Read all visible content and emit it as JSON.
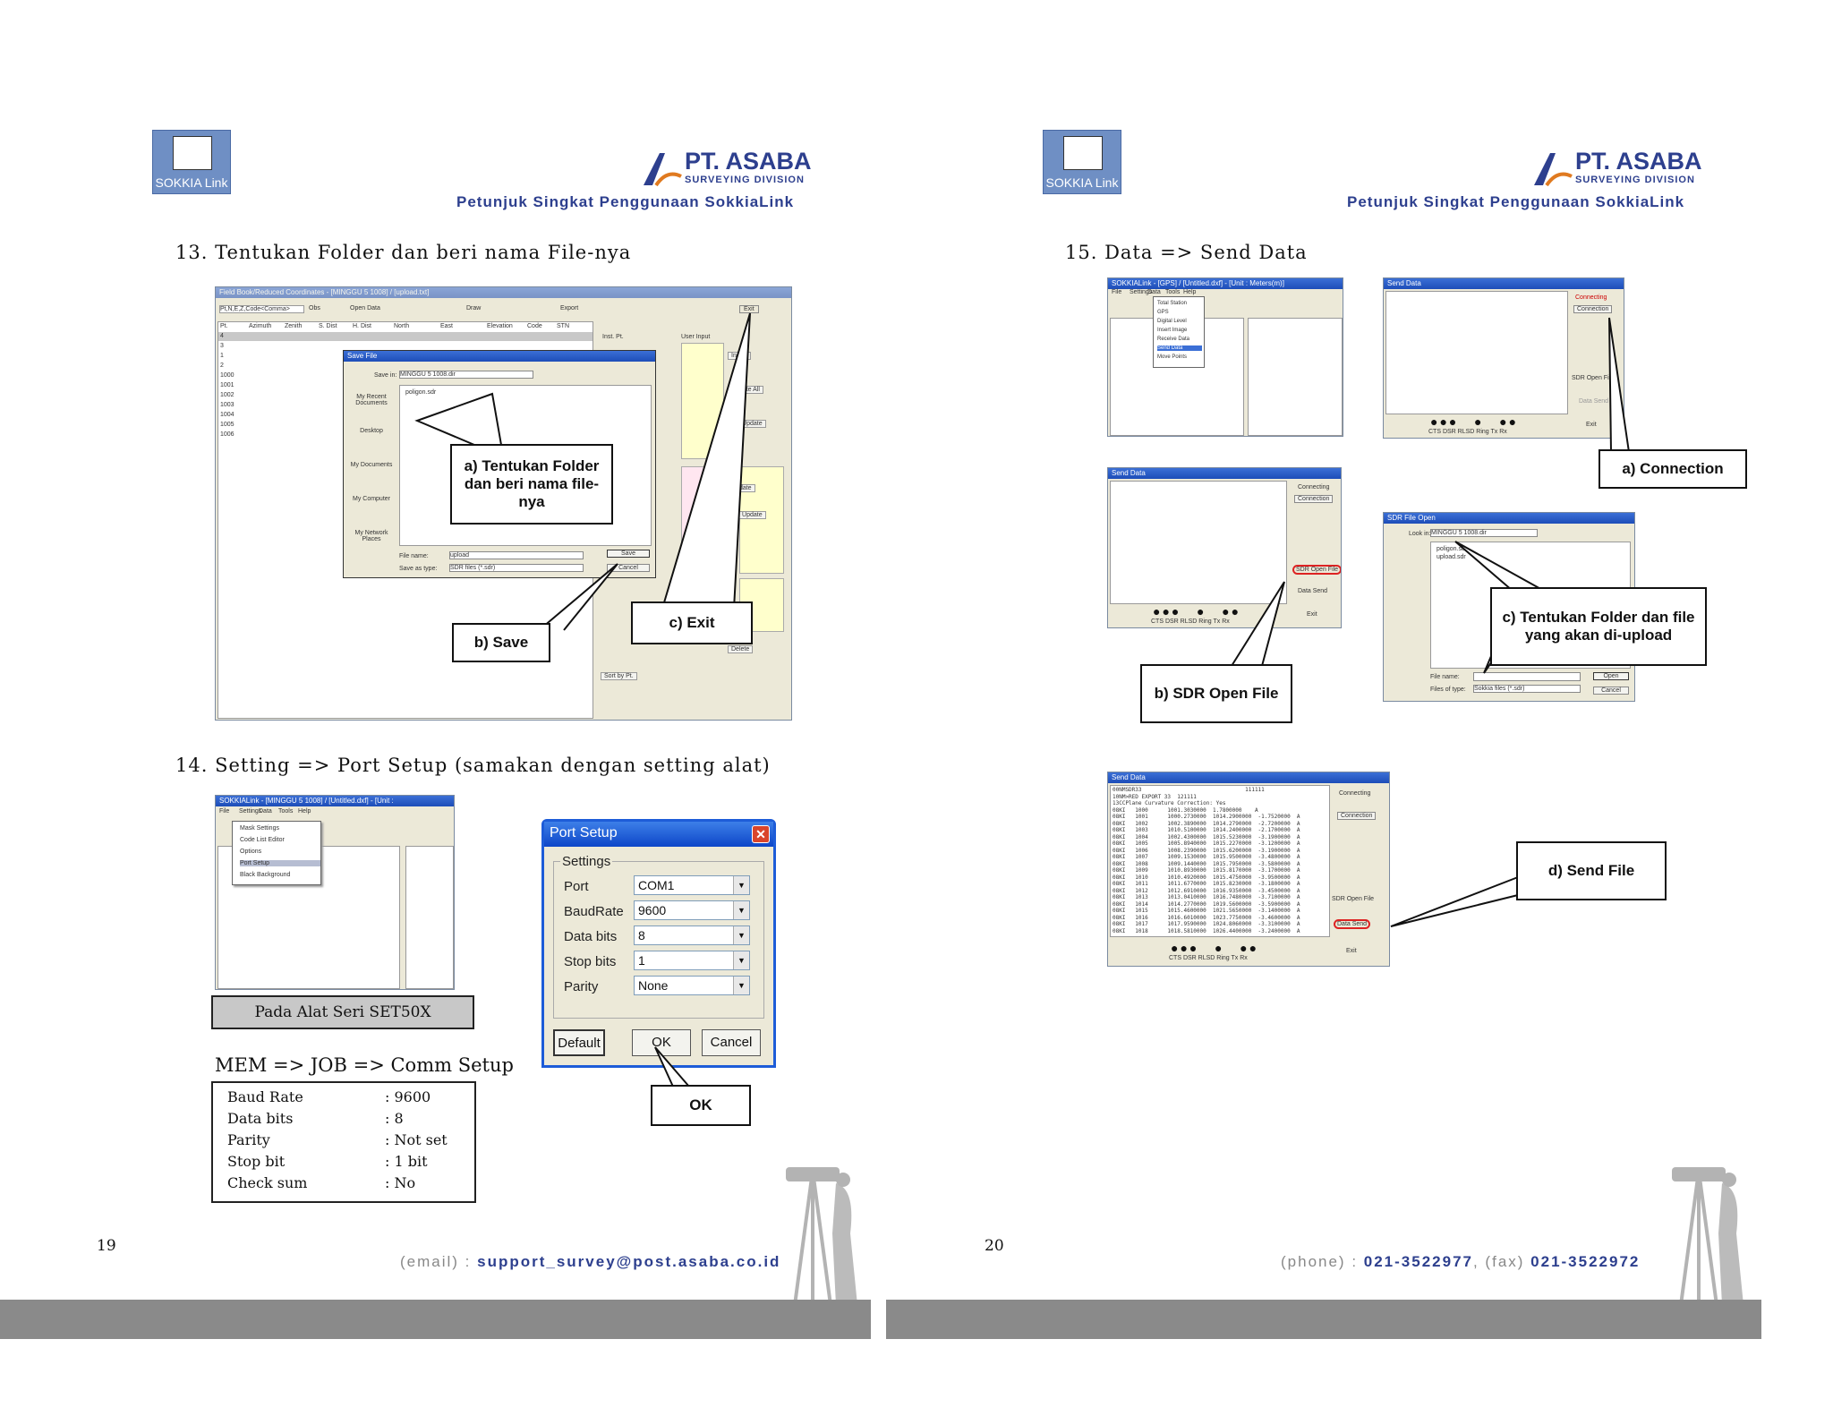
{
  "header": {
    "logo_text": "SOKKIA Link",
    "company_name": "PT. ASABA",
    "company_division": "SURVEYING DIVISION",
    "subtitle": "Petunjuk Singkat Penggunaan SokkiaLink"
  },
  "left_page": {
    "page_number": "19",
    "step13": {
      "heading": "13. Tentukan Folder dan beri nama File-nya",
      "callout_a": "a) Tentukan Folder dan beri nama file-nya",
      "callout_b": "b) Save",
      "callout_c": "c) Exit",
      "screenshot": {
        "title": "Field Book/Reduced Coordinates - [MINGGU 5 1008] / [upload.txt]",
        "open_data": "Open Data",
        "draw": "Draw",
        "export": "Export",
        "exit": "Exit",
        "format": "Pt,N,E,Z,Code<Comma>",
        "obs": "Obs",
        "columns": [
          "Pt.",
          "Azimuth",
          "Zenith",
          "S. Dist",
          "H. Dist",
          "North",
          "East",
          "Elevation",
          "Code",
          "STN"
        ],
        "point_ids": [
          "4",
          "3",
          "1",
          "2",
          "1000",
          "1001",
          "1002",
          "1003",
          "1004",
          "1005",
          "1006"
        ],
        "save_dialog": {
          "title": "Save File",
          "save_in_label": "Save in:",
          "save_in_value": "MINGGU 5 1008.dir",
          "file_item": "poligon.sdr",
          "places": [
            "My Recent Documents",
            "Desktop",
            "My Documents",
            "My Computer",
            "My Network Places"
          ],
          "file_name_label": "File name:",
          "file_name_value": "upload",
          "save_as_label": "Save as type:",
          "save_as_value": "SDR files (*.sdr)",
          "save_button": "Save",
          "cancel_button": "Cancel"
        },
        "side_buttons": [
          "Insert",
          "Update All",
          "[-1] Update",
          "Update",
          "[-1] Update",
          "Delete",
          "Sort by Pt."
        ],
        "inst_pt": "Inst. Pt.",
        "user_input": "User Input"
      }
    },
    "step14": {
      "heading": "14. Setting => Port Setup (samakan dengan setting alat)",
      "menu_screenshot": {
        "title": "SOKKIALink - [MINGGU 5 1008] / [Untitled.dxf] - [Unit :",
        "menubar": [
          "File",
          "Settings",
          "Data",
          "Tools",
          "Help"
        ],
        "menu_items": [
          "Mask Settings",
          "Code List Editor",
          "Options",
          "Port Setup",
          "Black Background"
        ]
      },
      "port_setup": {
        "title": "Port Setup",
        "group": "Settings",
        "fields": [
          {
            "label": "Port",
            "value": "COM1"
          },
          {
            "label": "BaudRate",
            "value": "9600"
          },
          {
            "label": "Data bits",
            "value": "8"
          },
          {
            "label": "Stop bits",
            "value": "1"
          },
          {
            "label": "Parity",
            "value": "None"
          }
        ],
        "default_button": "Default",
        "ok_button": "OK",
        "cancel_button": "Cancel"
      },
      "callout_ok": "OK",
      "device_label": "Pada Alat Seri SET50X",
      "mem_path": "MEM => JOB => Comm Setup",
      "settings": [
        {
          "key": "Baud Rate",
          "value": ": 9600"
        },
        {
          "key": "Data bits",
          "value": ": 8"
        },
        {
          "key": "Parity",
          "value": ": Not set"
        },
        {
          "key": "Stop bit",
          "value": ": 1 bit"
        },
        {
          "key": "Check sum",
          "value": ": No"
        }
      ]
    },
    "footer": {
      "label": "(email) : ",
      "value": "support_survey@post.asaba.co.id"
    }
  },
  "right_page": {
    "page_number": "20",
    "step15": {
      "heading": "15. Data => Send Data",
      "callout_a": "a) Connection",
      "callout_b": "b) SDR Open File",
      "callout_c": "c) Tentukan Folder dan file yang akan di-upload",
      "callout_d": "d) Send File",
      "main_window": {
        "title": "SOKKIALink - [GPS] / [Untitled.dxf] - [Unit : Meters(m)]",
        "menubar": [
          "File",
          "Settings",
          "Data",
          "Tools",
          "Help"
        ],
        "menu_items": [
          "Total Station",
          "GPS",
          "Digital Level",
          "Insert Image",
          "Receive Data",
          "Send Data",
          "Move Points"
        ]
      },
      "send_data": {
        "title": "Send Data",
        "connecting": "Connecting",
        "connection": "Connection",
        "sdr_open_file": "SDR Open File",
        "data_send": "Data Send",
        "exit": "Exit",
        "indicators": "CTS DSR RLSD   Ring   Tx  Rx"
      },
      "sdr_file_open": {
        "title": "SDR File Open",
        "look_in_label": "Look in:",
        "look_in_value": "MINGGU 5 1008.dir",
        "files": [
          "poligon.sdr",
          "upload.sdr"
        ],
        "file_name_label": "File name:",
        "file_type_label": "Files of type:",
        "file_type_value": "Sokkia files (*.sdr)",
        "open_button": "Open",
        "cancel_button": "Cancel"
      },
      "sdr_content": [
        "00NMSDR33                                111111",
        "10NM>RED EXPORT 33  121111",
        "13CCPlane Curvature Correction: Yes",
        "08KI   1000      1001.3030000  1.7800000    A",
        "08KI   1001      1000.2730000  1014.2900000  -1.7520000  A",
        "08KI   1002      1002.3890000  1014.2790000  -2.7200000  A",
        "08KI   1003      1010.5100000  1014.2400000  -2.1700000  A",
        "08KI   1004      1002.4300000  1015.5230000  -3.1900000  A",
        "08KI   1005      1005.8940000  1015.2270000  -3.1200000  A",
        "08KI   1006      1008.2390000  1015.6200000  -3.1900000  A",
        "08KI   1007      1009.1530000  1015.9500000  -3.4800000  A",
        "08KI   1008      1009.1440000  1015.7950000  -3.5800000  A",
        "08KI   1009      1010.8930000  1015.8170000  -3.1700000  A",
        "08KI   1010      1010.4920000  1015.4750000  -3.9500000  A",
        "08KI   1011      1011.6770000  1015.8230000  -3.1800000  A",
        "08KI   1012      1012.6910000  1016.9350000  -3.4500000  A",
        "08KI   1013      1013.0410000  1016.7480000  -3.7100000  A",
        "08KI   1014      1014.2770000  1019.5600000  -3.5900000  A",
        "08KI   1015      1015.4600000  1021.5650000  -3.1400000  A",
        "08KI   1016      1016.6010000  1023.7750000  -3.4600000  A",
        "08KI   1017      1017.9590000  1024.8060000  -3.3100000  A",
        "08KI   1018      1018.5810000  1026.4400000  -3.2400000  A"
      ]
    },
    "footer": {
      "phone_label": "(phone) : ",
      "phone": "021-3522977",
      "fax_label": ", (fax) ",
      "fax": "021-3522972"
    }
  },
  "colors": {
    "brand": "#2d3f8e",
    "footer_bar": "#8a8a8a",
    "callout_border": "#111111",
    "xp_title": "#1d4db8"
  }
}
